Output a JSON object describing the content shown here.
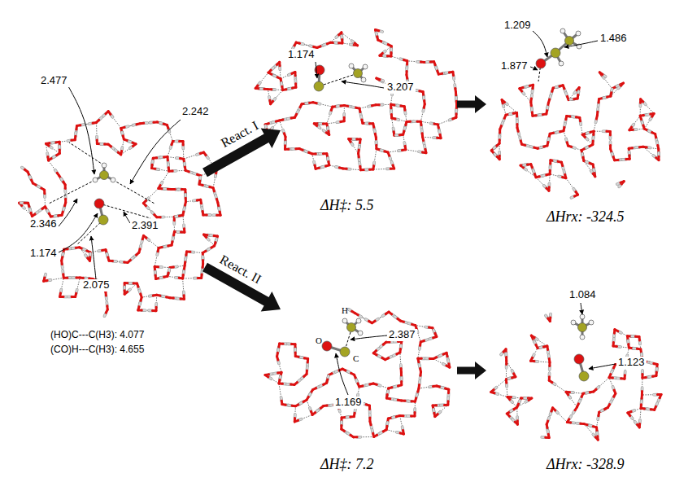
{
  "diagram": {
    "labels": [
      "2.477",
      "2.242",
      "2.346",
      "1.174",
      "2.391",
      "2.075",
      "(HO)C---C(H3): 4.077",
      "(CO)H---C(H3): 4.655",
      "React. I",
      "React. II",
      "1.174",
      "3.207",
      "ΔH‡: 5.5",
      "1.209",
      "1.486",
      "1.877",
      "ΔHrx: -324.5",
      "H",
      "2.387",
      "O",
      "C",
      "1.169",
      "ΔH‡: 7.2",
      "1.084",
      "1.123",
      "ΔHrx: -328.9"
    ]
  }
}
